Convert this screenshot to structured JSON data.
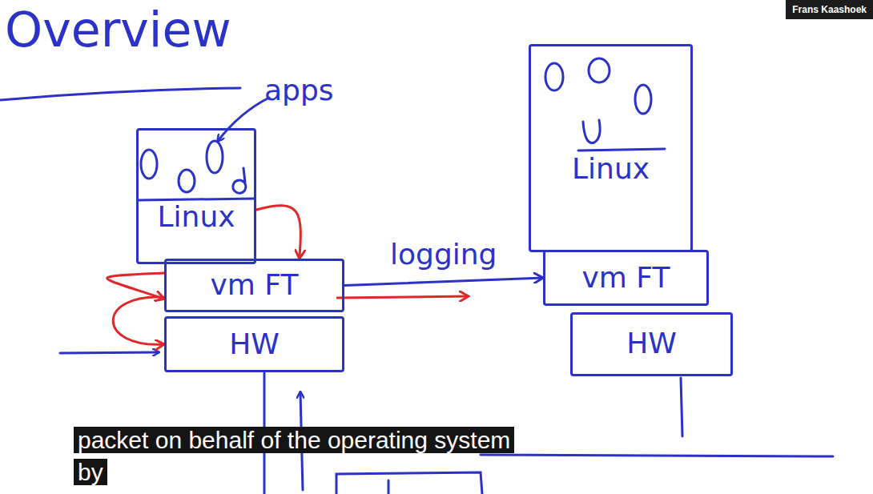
{
  "diagram": {
    "title": "Overview",
    "caption": "packet on behalf of the operating system by",
    "nodes": [
      {
        "text": [
          "Linux"
        ]
      },
      {
        "text": [
          "vm FT"
        ]
      },
      {
        "text": [
          "HW"
        ]
      },
      {
        "text": [
          "Linux"
        ]
      },
      {
        "text": [
          "vm FT"
        ]
      },
      {
        "text": [
          "HW"
        ]
      }
    ],
    "edges": [
      {
        "from": 0,
        "to": 1,
        "arrow": "to"
      },
      {
        "from": 1,
        "to": 0,
        "arrow": "to"
      },
      {
        "from": 1,
        "to": 2,
        "arrow": "to"
      },
      {
        "from": 1,
        "to": 4,
        "label": "logging",
        "arrow": "to"
      }
    ],
    "labels": [
      "apps",
      "Frans Kaashoek"
    ]
  }
}
